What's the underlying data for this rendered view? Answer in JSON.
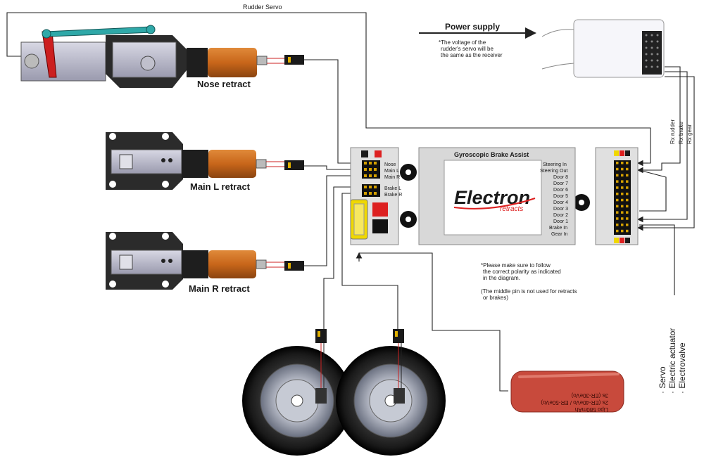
{
  "wire_top_label": "Rudder Servo",
  "power": {
    "label": "Power supply",
    "note": [
      "*The voltage of the",
      "rudder's servo will be",
      "the same as the receiver"
    ]
  },
  "retracts": {
    "nose": "Nose retract",
    "main_l": "Main L retract",
    "main_r": "Main R retract"
  },
  "module": {
    "title": "Gyroscopic Brake Assist",
    "left_ports": [
      "Nose",
      "Main L",
      "Main R",
      "Brake L",
      "Brake R"
    ],
    "right_ports": [
      "Steering In",
      "Steering Out",
      "Door 8",
      "Door 7",
      "Door 6",
      "Door 5",
      "Door 4",
      "Door 3",
      "Door 2",
      "Door 1",
      "Brake In",
      "Gear In"
    ],
    "logo_main": "Electron",
    "logo_sub": "retracts"
  },
  "rx_labels": [
    "Rx rudder",
    "Rx brake",
    "Rx gear"
  ],
  "note": [
    "*Please make sure to follow",
    "the correct polarity as indicated",
    "in the diagram.",
    "",
    "(The middle pin is not used for retracts",
    "or brakes)"
  ],
  "outputs": [
    "· Servo",
    "· Electric actuator",
    "· Electrovalve"
  ],
  "battery": [
    "Lipo 580mAh",
    "2s (ER-40eVo / ER-50eVo)",
    "3s (ER-30eVo)"
  ],
  "colors": {
    "retract_body": "#c8661a",
    "wire_red": "#cc2222",
    "battery": "#c84a3c",
    "connector_yellow": "#f0d800"
  }
}
